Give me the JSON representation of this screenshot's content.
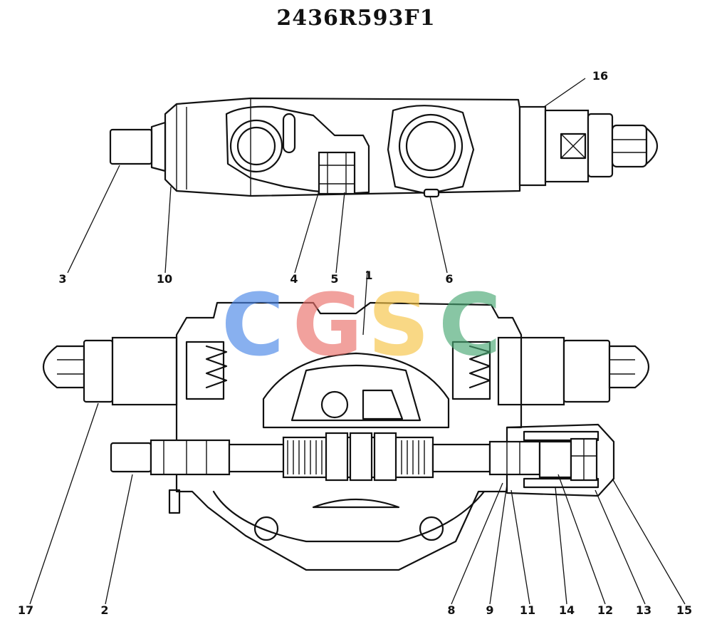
{
  "title": "2436R593F1",
  "watermark": {
    "letters": [
      {
        "char": "C",
        "color": "#4a86e8"
      },
      {
        "char": "G",
        "color": "#ea6f6a"
      },
      {
        "char": "S",
        "color": "#f6c445"
      },
      {
        "char": "C",
        "color": "#49a874"
      }
    ]
  },
  "part_numbers": [
    "1",
    "2",
    "3",
    "4",
    "5",
    "6",
    "8",
    "9",
    "10",
    "11",
    "12",
    "13",
    "14",
    "15",
    "16",
    "17"
  ],
  "views": [
    "top-view",
    "section-view"
  ]
}
